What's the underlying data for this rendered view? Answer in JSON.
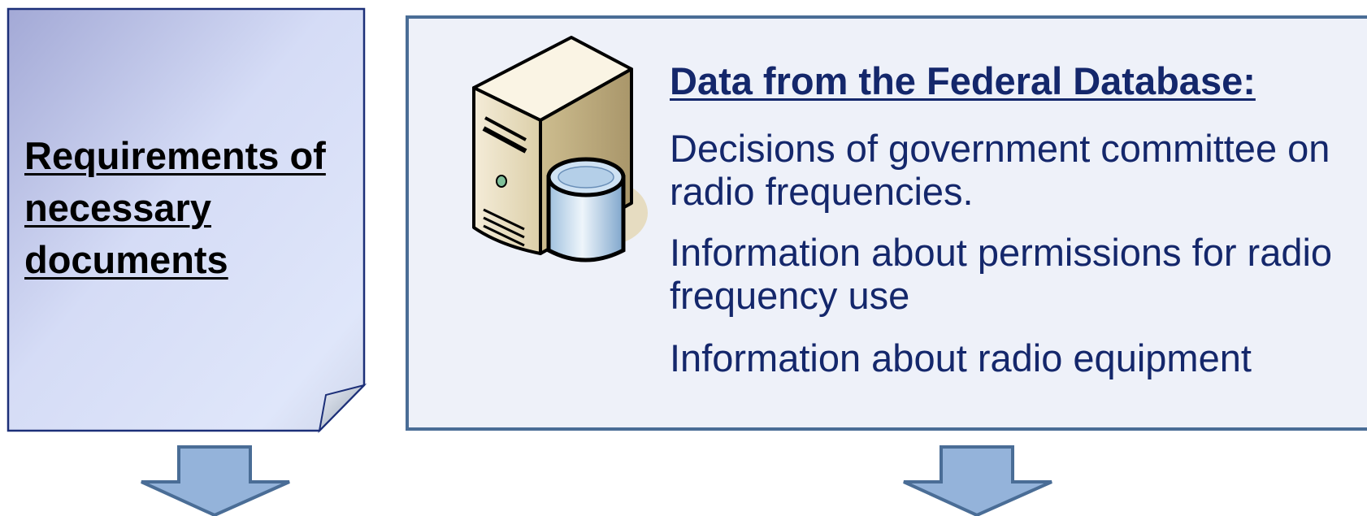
{
  "left_document": {
    "title": "Requirements of necessary documents"
  },
  "database_panel": {
    "title": "Data from the Federal Database:",
    "items": [
      "Decisions of government committee on radio frequencies.",
      "Information about permissions for radio frequency use",
      "Information about radio equipment"
    ]
  },
  "colors": {
    "panel_border": "#4a6d96",
    "panel_fill": "#eef1f9",
    "text_navy": "#14276b",
    "arrow_fill": "#94b3da"
  }
}
